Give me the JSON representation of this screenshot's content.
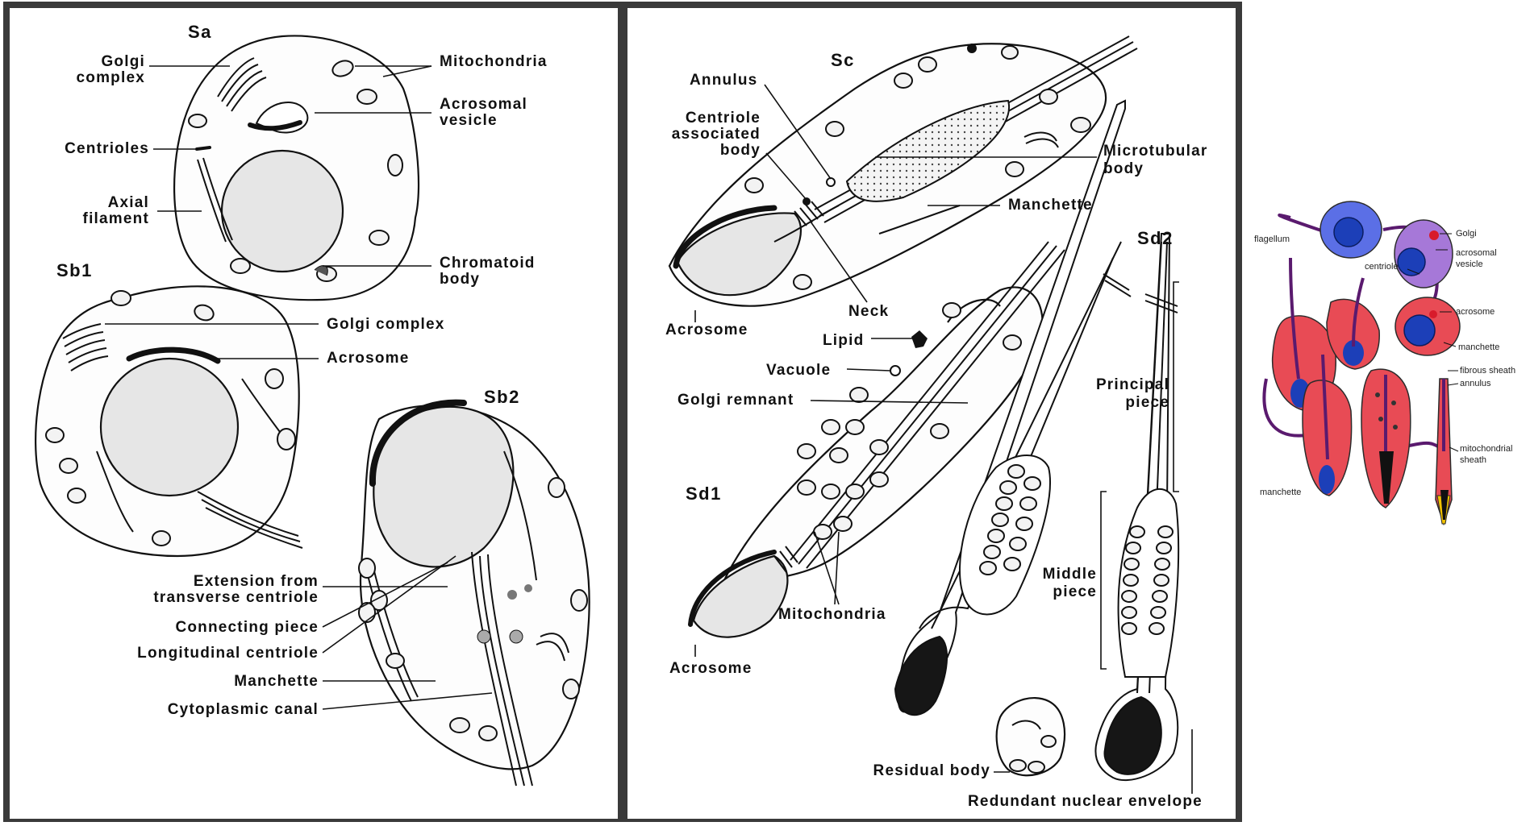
{
  "panels": {
    "left": {
      "stages": {
        "sa": "Sa",
        "sb1": "Sb1",
        "sb2": "Sb2"
      },
      "labels": {
        "golgi_complex_a1": "Golgi",
        "golgi_complex_a2": "complex",
        "mitochondria": "Mitochondria",
        "acrosomal_vesicle_1": "Acrosomal",
        "acrosomal_vesicle_2": "vesicle",
        "centrioles": "Centrioles",
        "axial_filament_1": "Axial",
        "axial_filament_2": "filament",
        "chromatoid_body_1": "Chromatoid",
        "chromatoid_body_2": "body",
        "golgi_complex_b": "Golgi complex",
        "acrosome": "Acrosome",
        "extension_1": "Extension from",
        "extension_2": "transverse centriole",
        "connecting_piece": "Connecting piece",
        "longitudinal_centriole": "Longitudinal centriole",
        "manchette": "Manchette",
        "cytoplasmic_canal": "Cytoplasmic canal"
      }
    },
    "middle": {
      "stages": {
        "sc": "Sc",
        "sd1": "Sd1",
        "sd2": "Sd2"
      },
      "labels": {
        "annulus": "Annulus",
        "centriole_assoc_1": "Centriole",
        "centriole_assoc_2": "associated",
        "centriole_assoc_3": "body",
        "microtubular_1": "Microtubular",
        "microtubular_2": "body",
        "manchette": "Manchette",
        "acrosome_top": "Acrosome",
        "neck": "Neck",
        "lipid": "Lipid",
        "vacuole": "Vacuole",
        "golgi_remnant": "Golgi remnant",
        "principal_1": "Principal",
        "principal_2": "piece",
        "middle_1": "Middle",
        "middle_2": "piece",
        "mitochondria": "Mitochondria",
        "acrosome_bottom": "Acrosome",
        "residual_body": "Residual body",
        "redundant_envelope": "Redundant nuclear envelope"
      }
    },
    "right": {
      "labels": {
        "flagellum": "flagellum",
        "golgi": "Golgi",
        "acrosomal_vesicle_1": "acrosomal",
        "acrosomal_vesicle_2": "vesicle",
        "centriole": "centriole",
        "acrosome": "acrosome",
        "manchette_r": "manchette",
        "fibrous_sheath": "fibrous sheath",
        "annulus": "annulus",
        "mito_sheath_1": "mitochondrial",
        "mito_sheath_2": "sheath",
        "manchette_l": "manchette"
      },
      "colors": {
        "early_cell": "#5b6fe6",
        "golgi_stage": "#a678d8",
        "spermatid": "#e84b55",
        "nucleus": "#1c3fb8",
        "flagellum": "#5a1a6e",
        "tip": "#f2c200"
      }
    }
  }
}
